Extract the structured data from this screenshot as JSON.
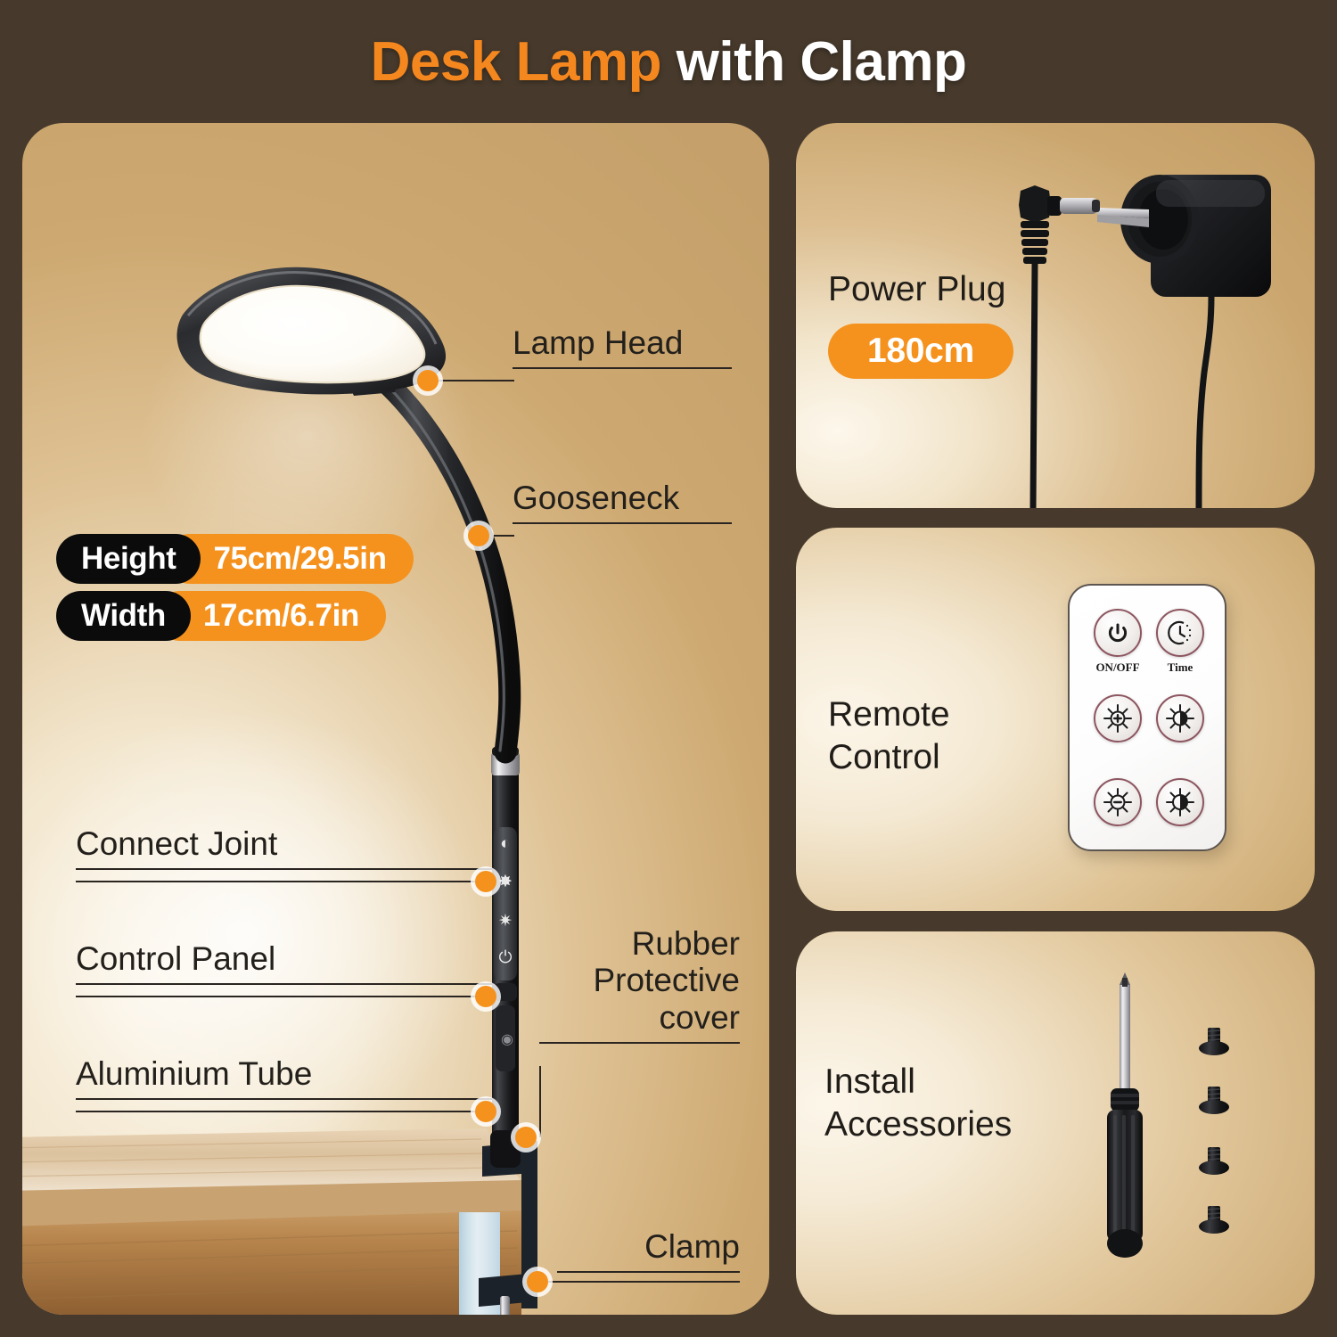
{
  "title": {
    "part1": "Desk Lamp",
    "part2": " with Clamp"
  },
  "colors": {
    "background": "#473A2C",
    "panel": "#D7B283",
    "accent_orange": "#F5921E",
    "badge_black": "#0B0B0B",
    "text_dark": "#23201C"
  },
  "main_panel": {
    "callouts": [
      {
        "id": "lamp-head",
        "label": "Lamp Head"
      },
      {
        "id": "gooseneck",
        "label": "Gooseneck"
      },
      {
        "id": "connect-joint",
        "label": "Connect Joint"
      },
      {
        "id": "control-panel",
        "label": "Control Panel"
      },
      {
        "id": "aluminium-tube",
        "label": "Aluminium Tube"
      },
      {
        "id": "rubber-cover",
        "label": "Rubber\nProtective\ncover"
      },
      {
        "id": "clamp",
        "label": "Clamp"
      }
    ],
    "specs": [
      {
        "key": "Height",
        "value": "75cm/29.5in"
      },
      {
        "key": "Width",
        "value": "17cm/6.7in"
      }
    ],
    "control_panel_icons": [
      "color-temperature-icon",
      "brightness-up-icon",
      "brightness-icon",
      "power-icon"
    ]
  },
  "power_plug_panel": {
    "label": "Power Plug",
    "badge": "180cm"
  },
  "remote_panel": {
    "label": "Remote\nControl",
    "buttons": [
      {
        "id": "on-off",
        "glyph": "⏻",
        "caption": "ON/OFF"
      },
      {
        "id": "time",
        "glyph": "◴",
        "caption": "Time"
      },
      {
        "id": "brightness-up",
        "glyph": "+",
        "caption": ""
      },
      {
        "id": "color-temp-warm",
        "glyph": "",
        "caption": ""
      },
      {
        "id": "brightness-down",
        "glyph": "−",
        "caption": ""
      },
      {
        "id": "color-temp-cool",
        "glyph": "",
        "caption": ""
      }
    ]
  },
  "install_panel": {
    "label": "Install\nAccessories",
    "items": [
      "screwdriver",
      "screw",
      "screw",
      "screw",
      "screw"
    ]
  }
}
